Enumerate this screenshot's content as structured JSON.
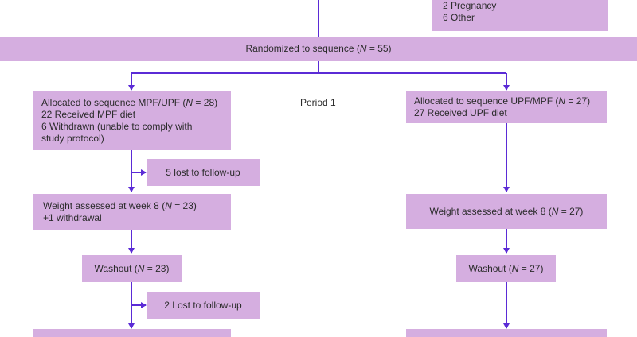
{
  "excluded_box": {
    "lines": [
      "2 Pregnancy",
      "6 Other"
    ]
  },
  "randomized": {
    "text": "Randomized to sequence (",
    "n": "N",
    "rest": " = 55)"
  },
  "period_label": "Period 1",
  "left": {
    "allocated": {
      "title_pre": "Allocated to sequence MPF/UPF (",
      "title_n": "N",
      "title_post": " = 28)",
      "lines": [
        "22 Received MPF diet",
        "6 Withdrawn (unable to comply with",
        "study protocol)"
      ]
    },
    "lost1": "5 lost to follow-up",
    "weight": {
      "pre": "Weight assessed at week 8 (",
      "n": "N",
      "post": " = 23)",
      "extra": "+1 withdrawal"
    },
    "washout": {
      "pre": "Washout (",
      "n": "N",
      "post": " = 23)"
    },
    "lost2": "2 Lost to follow-up"
  },
  "right": {
    "allocated": {
      "title_pre": "Allocated to sequence UPF/MPF (",
      "title_n": "N",
      "title_post": " = 27)",
      "lines": [
        "27 Received UPF diet"
      ]
    },
    "weight": {
      "pre": "Weight assessed at week 8 (",
      "n": "N",
      "post": " = 27)"
    },
    "washout": {
      "pre": "Washout (",
      "n": "N",
      "post": " = 27)"
    }
  },
  "colors": {
    "box_fill": "#d5aee0",
    "connector": "#5b2bd6",
    "text": "#2b2b2b"
  }
}
